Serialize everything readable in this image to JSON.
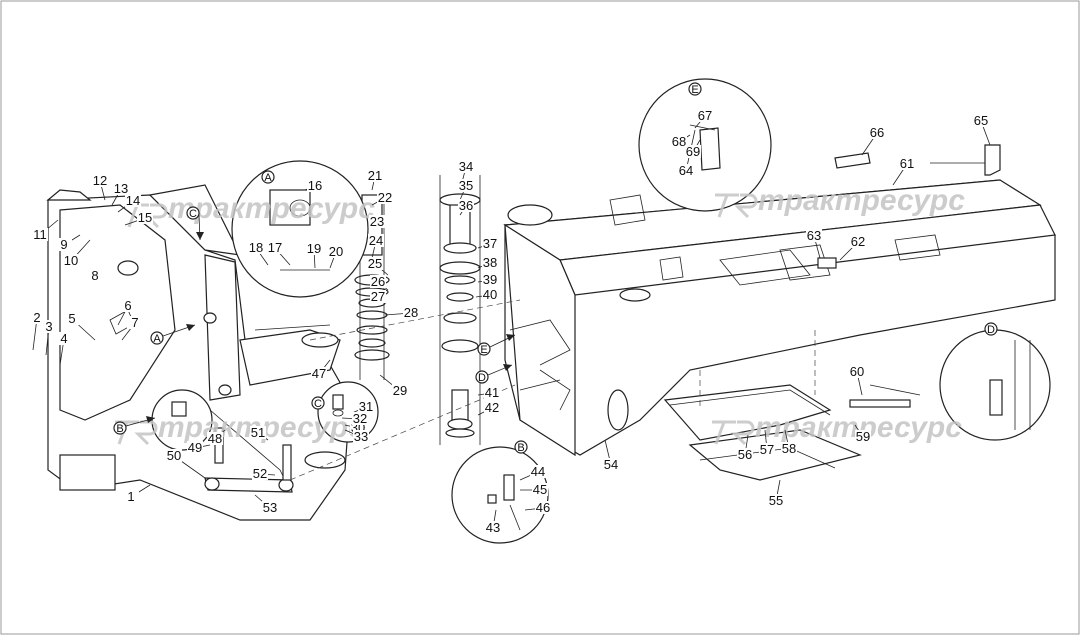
{
  "watermark": {
    "text": "трактресурс",
    "logo": "TR"
  },
  "view_markers": [
    "A",
    "B",
    "C",
    "D",
    "E"
  ],
  "callouts": [
    "1",
    "2",
    "3",
    "4",
    "5",
    "6",
    "7",
    "8",
    "9",
    "10",
    "11",
    "12",
    "13",
    "14",
    "15",
    "16",
    "17",
    "18",
    "19",
    "20",
    "21",
    "22",
    "23",
    "24",
    "25",
    "26",
    "27",
    "28",
    "29",
    "30",
    "31",
    "32",
    "33",
    "34",
    "35",
    "36",
    "37",
    "38",
    "39",
    "40",
    "41",
    "42",
    "43",
    "44",
    "45",
    "46",
    "47",
    "48",
    "49",
    "50",
    "51",
    "52",
    "53",
    "54",
    "55",
    "56",
    "57",
    "58",
    "59",
    "60",
    "61",
    "62",
    "63",
    "64",
    "65",
    "66",
    "67",
    "68",
    "69"
  ]
}
